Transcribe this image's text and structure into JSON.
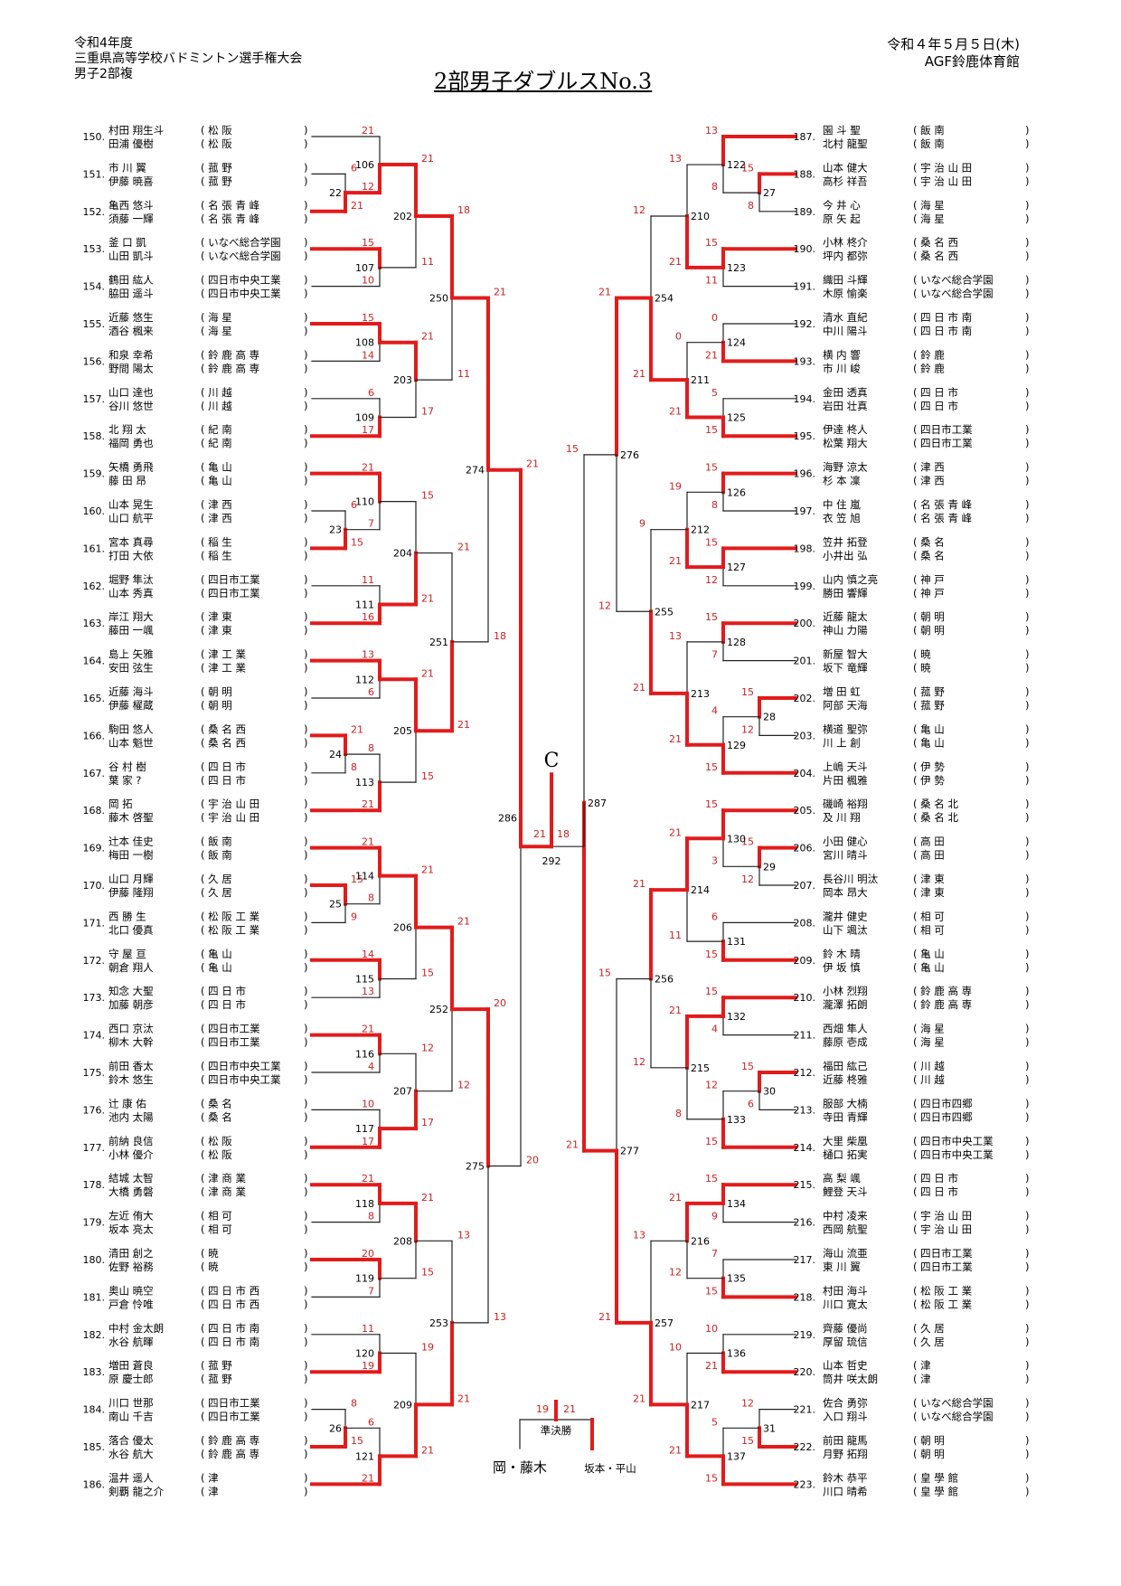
{
  "header": {
    "era_year": "令和4年度",
    "tournament": "三重県高等学校バドミントン選手権大会",
    "division": "男子2部複",
    "title": "2部男子ダブルスNo.3",
    "date": "令和４年５月５日(木)",
    "venue": "AGF鈴鹿体育館"
  },
  "semifinal": {
    "label": "準決勝",
    "left_score": "19",
    "right_score": "21",
    "left_pair": "岡・藤木",
    "right_pair": "坂本・平山"
  },
  "block_label": "C",
  "final": {
    "match": "292",
    "left_score": "21",
    "right_score": "18"
  },
  "left_entries": [
    {
      "seed": "150.",
      "p1": "村田 翔生斗",
      "p2": "田浦 優樹",
      "s1": "松 阪",
      "s2": "松 阪"
    },
    {
      "seed": "151.",
      "p1": "市 川 翼",
      "p2": "伊藤 暁喜",
      "s1": "菰 野",
      "s2": "菰 野"
    },
    {
      "seed": "152.",
      "p1": "亀西 悠斗",
      "p2": "須藤 一輝",
      "s1": "名 張 青 峰",
      "s2": "名 張 青 峰"
    },
    {
      "seed": "153.",
      "p1": "釜 口 凱",
      "p2": "山田 凱斗",
      "s1": "いなべ総合学園",
      "s2": "いなべ総合学園"
    },
    {
      "seed": "154.",
      "p1": "鶴田 紘人",
      "p2": "脇田 遥斗",
      "s1": "四日市中央工業",
      "s2": "四日市中央工業"
    },
    {
      "seed": "155.",
      "p1": "近藤 悠生",
      "p2": "酒谷 楓来",
      "s1": "海 星",
      "s2": "海 星"
    },
    {
      "seed": "156.",
      "p1": "和泉 幸希",
      "p2": "野間 陽太",
      "s1": "鈴 鹿 高 専",
      "s2": "鈴 鹿 高 専"
    },
    {
      "seed": "157.",
      "p1": "山口 達也",
      "p2": "谷川 悠世",
      "s1": "川 越",
      "s2": "川 越"
    },
    {
      "seed": "158.",
      "p1": "北 翔 太",
      "p2": "福岡 勇也",
      "s1": "紀 南",
      "s2": "紀 南"
    },
    {
      "seed": "159.",
      "p1": "矢橋 勇飛",
      "p2": "藤 田 昂",
      "s1": "亀 山",
      "s2": "亀 山"
    },
    {
      "seed": "160.",
      "p1": "山本 晃生",
      "p2": "山口 航平",
      "s1": "津 西",
      "s2": "津 西"
    },
    {
      "seed": "161.",
      "p1": "宮本 真尋",
      "p2": "打田 大依",
      "s1": "稲 生",
      "s2": "稲 生"
    },
    {
      "seed": "162.",
      "p1": "堀野 隼汰",
      "p2": "山本 秀真",
      "s1": "四日市工業",
      "s2": "四日市工業"
    },
    {
      "seed": "163.",
      "p1": "岸江 翔大",
      "p2": "藤田 一颯",
      "s1": "津 東",
      "s2": "津 東"
    },
    {
      "seed": "164.",
      "p1": "島上 矢雅",
      "p2": "安田 弦生",
      "s1": "津 工 業",
      "s2": "津 工 業"
    },
    {
      "seed": "165.",
      "p1": "近藤 海斗",
      "p2": "伊藤 櫂蔵",
      "s1": "朝 明",
      "s2": "朝 明"
    },
    {
      "seed": "166.",
      "p1": "駒田 悠人",
      "p2": "山本 魁世",
      "s1": "桑 名 西",
      "s2": "桑 名 西"
    },
    {
      "seed": "167.",
      "p1": "谷 村 樹",
      "p2": "葉 家 ?",
      "s1": "四 日 市",
      "s2": "四 日 市"
    },
    {
      "seed": "168.",
      "p1": "岡 拓",
      "p2": "藤木 啓聖",
      "s1": "宇 治 山 田",
      "s2": "宇 治 山 田"
    },
    {
      "seed": "169.",
      "p1": "辻本 佳史",
      "p2": "梅田 一樹",
      "s1": "飯 南",
      "s2": "飯 南"
    },
    {
      "seed": "170.",
      "p1": "山口 月輝",
      "p2": "伊藤 隆翔",
      "s1": "久 居",
      "s2": "久 居"
    },
    {
      "seed": "171.",
      "p1": "西 勝 生",
      "p2": "北口 優真",
      "s1": "松 阪 工 業",
      "s2": "松 阪 工 業"
    },
    {
      "seed": "172.",
      "p1": "守 屋 亘",
      "p2": "朝倉 翔人",
      "s1": "亀 山",
      "s2": "亀 山"
    },
    {
      "seed": "173.",
      "p1": "知念 大聖",
      "p2": "加藤 朝彦",
      "s1": "四 日 市",
      "s2": "四 日 市"
    },
    {
      "seed": "174.",
      "p1": "西口 京汰",
      "p2": "柳木 大幹",
      "s1": "四日市工業",
      "s2": "四日市工業"
    },
    {
      "seed": "175.",
      "p1": "前田 香太",
      "p2": "鈴木 悠生",
      "s1": "四日市中央工業",
      "s2": "四日市中央工業"
    },
    {
      "seed": "176.",
      "p1": "辻 康 佑",
      "p2": "池内 太陽",
      "s1": "桑 名",
      "s2": "桑 名"
    },
    {
      "seed": "177.",
      "p1": "前納 良信",
      "p2": "小林 優介",
      "s1": "松 阪",
      "s2": "松 阪"
    },
    {
      "seed": "178.",
      "p1": "結城 太智",
      "p2": "大橋 勇磐",
      "s1": "津 商 業",
      "s2": "津 商 業"
    },
    {
      "seed": "179.",
      "p1": "左近 侑大",
      "p2": "坂本 亮太",
      "s1": "相 可",
      "s2": "相 可"
    },
    {
      "seed": "180.",
      "p1": "清田 創之",
      "p2": "佐野 裕務",
      "s1": "暁",
      "s2": "暁"
    },
    {
      "seed": "181.",
      "p1": "奥山 暁空",
      "p2": "戸倉 怜唯",
      "s1": "四 日 市 西",
      "s2": "四 日 市 西"
    },
    {
      "seed": "182.",
      "p1": "中村 金太朗",
      "p2": "水谷 航暉",
      "s1": "四 日 市 南",
      "s2": "四 日 市 南"
    },
    {
      "seed": "183.",
      "p1": "増田 蒼良",
      "p2": "原 慶士郎",
      "s1": "菰 野",
      "s2": "菰 野"
    },
    {
      "seed": "184.",
      "p1": "川口 世那",
      "p2": "南山 千吉",
      "s1": "四日市工業",
      "s2": "四日市工業"
    },
    {
      "seed": "185.",
      "p1": "落合 優太",
      "p2": "水谷 航大",
      "s1": "鈴 鹿 高 専",
      "s2": "鈴 鹿 高 専"
    },
    {
      "seed": "186.",
      "p1": "温井 遥人",
      "p2": "剣覇 龍之介",
      "s1": "津",
      "s2": "津"
    }
  ],
  "right_entries": [
    {
      "seed": "187.",
      "p1": "園 斗 聖",
      "p2": "北村 龍聖",
      "s1": "飯 南",
      "s2": "飯 南"
    },
    {
      "seed": "188.",
      "p1": "山本 健大",
      "p2": "高杉 祥吾",
      "s1": "宇 治 山 田",
      "s2": "宇 治 山 田"
    },
    {
      "seed": "189.",
      "p1": "今 井 心",
      "p2": "原 矢 起",
      "s1": "海 星",
      "s2": "海 星"
    },
    {
      "seed": "190.",
      "p1": "小林 柊介",
      "p2": "坪内 都弥",
      "s1": "桑 名 西",
      "s2": "桑 名 西"
    },
    {
      "seed": "191.",
      "p1": "織田 斗輝",
      "p2": "木原 愉楽",
      "s1": "いなべ総合学園",
      "s2": "いなべ総合学園"
    },
    {
      "seed": "192.",
      "p1": "清水 直紀",
      "p2": "中川 陽斗",
      "s1": "四 日 市 南",
      "s2": "四 日 市 南"
    },
    {
      "seed": "193.",
      "p1": "横 内 響",
      "p2": "市 川 峻",
      "s1": "鈴 鹿",
      "s2": "鈴 鹿"
    },
    {
      "seed": "194.",
      "p1": "金田 透真",
      "p2": "岩田 壮真",
      "s1": "四 日 市",
      "s2": "四 日 市"
    },
    {
      "seed": "195.",
      "p1": "伊達 柊人",
      "p2": "松葉 翔大",
      "s1": "四日市工業",
      "s2": "四日市工業"
    },
    {
      "seed": "196.",
      "p1": "海野 涼太",
      "p2": "杉 本 凜",
      "s1": "津 西",
      "s2": "津 西"
    },
    {
      "seed": "197.",
      "p1": "中 住 嵐",
      "p2": "衣 笠 旭",
      "s1": "名 張 青 峰",
      "s2": "名 張 青 峰"
    },
    {
      "seed": "198.",
      "p1": "笠井 拓登",
      "p2": "小井出 弘",
      "s1": "桑 名",
      "s2": "桑 名"
    },
    {
      "seed": "199.",
      "p1": "山内 慎之亮",
      "p2": "勝田 響輝",
      "s1": "神 戸",
      "s2": "神 戸"
    },
    {
      "seed": "200.",
      "p1": "近藤 龍太",
      "p2": "神山 力陽",
      "s1": "朝 明",
      "s2": "朝 明"
    },
    {
      "seed": "201.",
      "p1": "新屋 智大",
      "p2": "坂下 竜輝",
      "s1": "暁",
      "s2": "暁"
    },
    {
      "seed": "202.",
      "p1": "増 田 虹",
      "p2": "阿部 天海",
      "s1": "菰 野",
      "s2": "菰 野"
    },
    {
      "seed": "203.",
      "p1": "横道 聖弥",
      "p2": "川 上 創",
      "s1": "亀 山",
      "s2": "亀 山"
    },
    {
      "seed": "204.",
      "p1": "上嶋 天斗",
      "p2": "片田 楓雅",
      "s1": "伊 勢",
      "s2": "伊 勢"
    },
    {
      "seed": "205.",
      "p1": "磯崎 裕翔",
      "p2": "及 川 翔",
      "s1": "桑 名 北",
      "s2": "桑 名 北"
    },
    {
      "seed": "206.",
      "p1": "小田 健心",
      "p2": "宮川 晴斗",
      "s1": "高 田",
      "s2": "高 田"
    },
    {
      "seed": "207.",
      "p1": "長谷川 明汰",
      "p2": "岡本 昂大",
      "s1": "津 東",
      "s2": "津 東"
    },
    {
      "seed": "208.",
      "p1": "瀧井 健史",
      "p2": "山下 颯汰",
      "s1": "相 可",
      "s2": "相 可"
    },
    {
      "seed": "209.",
      "p1": "鈴 木 晴",
      "p2": "伊 坂 慎",
      "s1": "亀 山",
      "s2": "亀 山"
    },
    {
      "seed": "210.",
      "p1": "小林 烈翔",
      "p2": "瀧澤 拓朗",
      "s1": "鈴 鹿 高 専",
      "s2": "鈴 鹿 高 専"
    },
    {
      "seed": "211.",
      "p1": "西畑 隼人",
      "p2": "藤原 壱成",
      "s1": "海 星",
      "s2": "海 星"
    },
    {
      "seed": "212.",
      "p1": "福田 紘己",
      "p2": "近藤 柊雅",
      "s1": "川 越",
      "s2": "川 越"
    },
    {
      "seed": "213.",
      "p1": "服部 大楠",
      "p2": "寺田 青輝",
      "s1": "四日市四郷",
      "s2": "四日市四郷"
    },
    {
      "seed": "214.",
      "p1": "大里 柴凰",
      "p2": "樋口 拓実",
      "s1": "四日市中央工業",
      "s2": "四日市中央工業"
    },
    {
      "seed": "215.",
      "p1": "高 梨 颯",
      "p2": "鯉登 天斗",
      "s1": "四 日 市",
      "s2": "四 日 市"
    },
    {
      "seed": "216.",
      "p1": "中村 凌来",
      "p2": "西岡 航聖",
      "s1": "宇 治 山 田",
      "s2": "宇 治 山 田"
    },
    {
      "seed": "217.",
      "p1": "海山 流亜",
      "p2": "東 川 翼",
      "s1": "四日市工業",
      "s2": "四日市工業"
    },
    {
      "seed": "218.",
      "p1": "村田 海斗",
      "p2": "川口 寛太",
      "s1": "松 阪 工 業",
      "s2": "松 阪 工 業"
    },
    {
      "seed": "219.",
      "p1": "齊藤 優尚",
      "p2": "厚留 琉信",
      "s1": "久 居",
      "s2": "久 居"
    },
    {
      "seed": "220.",
      "p1": "山本 哲史",
      "p2": "筒井 咲太朗",
      "s1": "津",
      "s2": "津"
    },
    {
      "seed": "221.",
      "p1": "佐合 勇弥",
      "p2": "入口 翔斗",
      "s1": "いなべ総合学園",
      "s2": "いなべ総合学園"
    },
    {
      "seed": "222.",
      "p1": "前田 龍馬",
      "p2": "月野 拓翔",
      "s1": "朝 明",
      "s2": "朝 明"
    },
    {
      "seed": "223.",
      "p1": "鈴木 恭平",
      "p2": "川口 晴希",
      "s1": "皇 學 館",
      "s2": "皇 學 館"
    }
  ],
  "left_r1": [
    {
      "m": "106",
      "s": [
        "21",
        "12"
      ],
      "w": 1
    },
    {
      "m": "107",
      "s": [
        "15",
        "10"
      ],
      "w": 0
    },
    {
      "m": "108",
      "s": [
        "15",
        "14"
      ],
      "w": 0
    },
    {
      "m": "109",
      "s": [
        "6",
        "17"
      ],
      "w": 1
    },
    {
      "m": "110",
      "s": [
        "21",
        "7"
      ],
      "w": 0
    },
    {
      "m": "111",
      "s": [
        "11",
        "16"
      ],
      "w": 1
    },
    {
      "m": "112",
      "s": [
        "13",
        "6"
      ],
      "w": 0
    },
    {
      "m": "113",
      "s": [
        "8",
        "21"
      ],
      "w": 1
    },
    {
      "m": "114",
      "s": [
        "21",
        "8"
      ],
      "w": 0
    },
    {
      "m": "115",
      "s": [
        "14",
        "13"
      ],
      "w": 0
    },
    {
      "m": "116",
      "s": [
        "21",
        "4"
      ],
      "w": 0
    },
    {
      "m": "117",
      "s": [
        "10",
        "17"
      ],
      "w": 1
    },
    {
      "m": "118",
      "s": [
        "21",
        "8"
      ],
      "w": 0
    },
    {
      "m": "119",
      "s": [
        "20",
        "7"
      ],
      "w": 0
    },
    {
      "m": "120",
      "s": [
        "11",
        "19"
      ],
      "w": 1
    },
    {
      "m": "121",
      "s": [
        "6",
        "21"
      ],
      "w": 1
    }
  ],
  "left_pre": [
    {
      "m": "22",
      "s": [
        "6",
        "21"
      ],
      "w": 1
    },
    {
      "m": "23",
      "s": [
        "6",
        "15"
      ],
      "w": 1
    },
    {
      "m": "24",
      "s": [
        "21",
        "8"
      ],
      "w": 0
    },
    {
      "m": "25",
      "s": [
        "15",
        "9"
      ],
      "w": 0
    },
    {
      "m": "26",
      "s": [
        "8",
        "15"
      ],
      "w": 1
    }
  ],
  "left_r2": [
    {
      "m": "202",
      "s": [
        "21",
        "11"
      ],
      "w": 0
    },
    {
      "m": "203",
      "s": [
        "21",
        "17"
      ],
      "w": 0
    },
    {
      "m": "204",
      "s": [
        "15",
        "21"
      ],
      "w": 1
    },
    {
      "m": "205",
      "s": [
        "21",
        "15"
      ],
      "w": 0
    },
    {
      "m": "206",
      "s": [
        "21",
        "15"
      ],
      "w": 0
    },
    {
      "m": "207",
      "s": [
        "12",
        "17"
      ],
      "w": 1
    },
    {
      "m": "208",
      "s": [
        "21",
        "15"
      ],
      "w": 0
    },
    {
      "m": "209",
      "s": [
        "19",
        "21"
      ],
      "w": 1
    }
  ],
  "left_r3": [
    {
      "m": "250",
      "s": [
        "18",
        "11"
      ],
      "w": 0
    },
    {
      "m": "251",
      "s": [
        "21",
        "21"
      ],
      "w": 1
    },
    {
      "m": "252",
      "s": [
        "21",
        "12"
      ],
      "w": 0
    },
    {
      "m": "253",
      "s": [
        "13",
        "21"
      ],
      "w": 1
    }
  ],
  "left_r4": [
    {
      "m": "274",
      "s": [
        "21",
        "18"
      ],
      "w": 0
    },
    {
      "m": "275",
      "s": [
        "20",
        "13"
      ],
      "w": 0
    }
  ],
  "left_r5": {
    "m": "286",
    "s": [
      "21",
      "20"
    ],
    "w": 0
  },
  "right_r1": [
    {
      "m": "122",
      "s": [
        "13",
        "8"
      ],
      "w": 0
    },
    {
      "m": "123",
      "s": [
        "15",
        "11"
      ],
      "w": 0
    },
    {
      "m": "124",
      "s": [
        "0",
        "21"
      ],
      "w": 1
    },
    {
      "m": "125",
      "s": [
        "5",
        "15"
      ],
      "w": 1
    },
    {
      "m": "126",
      "s": [
        "15",
        "8"
      ],
      "w": 0
    },
    {
      "m": "127",
      "s": [
        "15",
        "12"
      ],
      "w": 0
    },
    {
      "m": "128",
      "s": [
        "15",
        "7"
      ],
      "w": 0
    },
    {
      "m": "129",
      "s": [
        "4",
        "15"
      ],
      "w": 1
    },
    {
      "m": "130",
      "s": [
        "15",
        "3"
      ],
      "w": 0
    },
    {
      "m": "131",
      "s": [
        "6",
        "15"
      ],
      "w": 1
    },
    {
      "m": "132",
      "s": [
        "15",
        "4"
      ],
      "w": 0
    },
    {
      "m": "133",
      "s": [
        "12",
        "15"
      ],
      "w": 1
    },
    {
      "m": "134",
      "s": [
        "15",
        "9"
      ],
      "w": 0
    },
    {
      "m": "135",
      "s": [
        "7",
        "15"
      ],
      "w": 1
    },
    {
      "m": "136",
      "s": [
        "10",
        "21"
      ],
      "w": 1
    },
    {
      "m": "137",
      "s": [
        "5",
        "15"
      ],
      "w": 1
    }
  ],
  "right_pre": [
    {
      "m": "27",
      "s": [
        "15",
        "8"
      ],
      "w": 0
    },
    {
      "m": "28",
      "s": [
        "15",
        "12"
      ],
      "w": 0
    },
    {
      "m": "29",
      "s": [
        "15",
        "12"
      ],
      "w": 0
    },
    {
      "m": "30",
      "s": [
        "15",
        "6"
      ],
      "w": 0
    },
    {
      "m": "31",
      "s": [
        "12",
        "15"
      ],
      "w": 1
    }
  ],
  "right_r2": [
    {
      "m": "210",
      "s": [
        "13",
        "21"
      ],
      "w": 1
    },
    {
      "m": "211",
      "s": [
        "0",
        "21"
      ],
      "w": 1
    },
    {
      "m": "212",
      "s": [
        "19",
        "21"
      ],
      "w": 1
    },
    {
      "m": "213",
      "s": [
        "13",
        "21"
      ],
      "w": 1
    },
    {
      "m": "214",
      "s": [
        "21",
        "11"
      ],
      "w": 0
    },
    {
      "m": "215",
      "s": [
        "21",
        "8"
      ],
      "w": 0
    },
    {
      "m": "216",
      "s": [
        "21",
        "12"
      ],
      "w": 0
    },
    {
      "m": "217",
      "s": [
        "10",
        "21"
      ],
      "w": 1
    }
  ],
  "right_r3": [
    {
      "m": "254",
      "s": [
        "12",
        "21"
      ],
      "w": 1
    },
    {
      "m": "255",
      "s": [
        "9",
        "21"
      ],
      "w": 1
    },
    {
      "m": "256",
      "s": [
        "21",
        "12"
      ],
      "w": 0
    },
    {
      "m": "257",
      "s": [
        "13",
        "21"
      ],
      "w": 1
    }
  ],
  "right_r4": [
    {
      "m": "276",
      "s": [
        "21",
        "12"
      ],
      "w": 0
    },
    {
      "m": "277",
      "s": [
        "15",
        "21"
      ],
      "w": 1
    }
  ],
  "right_r5": {
    "m": "287",
    "s": [
      "15",
      "21"
    ],
    "w": 1
  }
}
